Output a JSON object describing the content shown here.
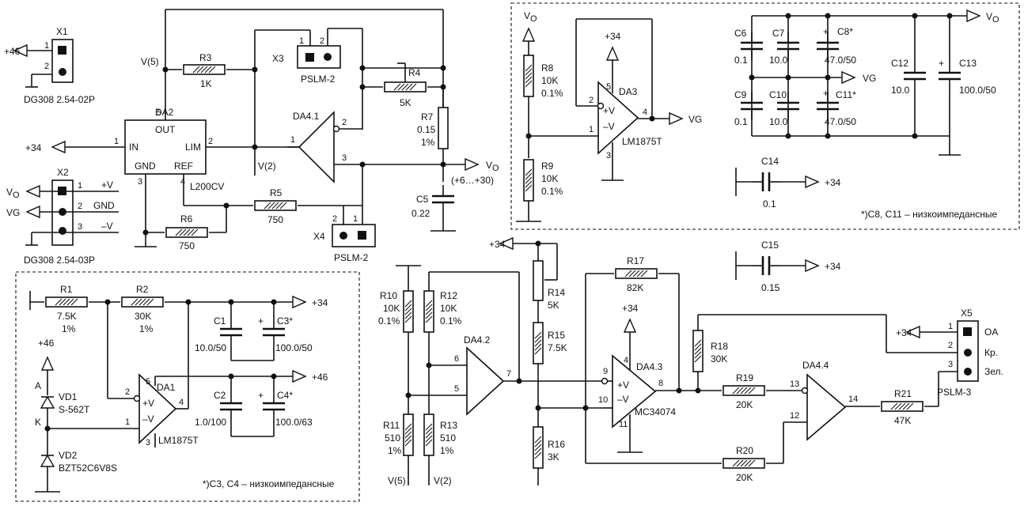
{
  "connectors": {
    "x1": {
      "ref": "X1",
      "part": "DG308 2.54-02P",
      "supply": "+46",
      "pins": [
        "1",
        "2"
      ]
    },
    "x2": {
      "ref": "X2",
      "part": "DG308 2.54-03P",
      "left_vo": "V",
      "left_vo_sub": "O",
      "left_vg": "VG",
      "pins": [
        {
          "n": "1",
          "sig": "+V"
        },
        {
          "n": "2",
          "sig": "GND"
        },
        {
          "n": "3",
          "sig": "–V"
        }
      ]
    },
    "x3": {
      "ref": "X3",
      "part": "PSLM-2",
      "pins": [
        "1",
        "2"
      ]
    },
    "x4": {
      "ref": "X4",
      "part": "PSLM-2",
      "pins": [
        "2",
        "1"
      ]
    },
    "x5": {
      "ref": "X5",
      "part": "PSLM-3",
      "pins": [
        {
          "n": "1",
          "sig": "OA"
        },
        {
          "n": "2",
          "sig": "Кр."
        },
        {
          "n": "3",
          "sig": "Зел."
        }
      ],
      "supply": "+34"
    }
  },
  "da2": {
    "ref": "DA2",
    "part": "L200CV",
    "in": "IN",
    "out": "OUT",
    "lim": "LIM",
    "gnd": "GND",
    "refl": "REF",
    "p1": "1",
    "p2": "2",
    "p3": "3",
    "p4": "4",
    "p5": "5",
    "in_supply": "+34",
    "v5": "V(5)",
    "v2": "V(2)"
  },
  "da41": {
    "ref": "DA4.1",
    "p1": "1",
    "p2": "2",
    "p3": "3"
  },
  "top_res": {
    "r3": {
      "ref": "R3",
      "val": "1K"
    },
    "r4": {
      "ref": "R4",
      "val": "5K"
    },
    "r5": {
      "ref": "R5",
      "val": "750"
    },
    "r6": {
      "ref": "R6",
      "val": "750"
    },
    "r7": {
      "ref": "R7",
      "val": "0.15",
      "tol": "1%"
    },
    "c5": {
      "ref": "C5",
      "val": "0.22"
    },
    "vo": "V",
    "vo_sub": "O",
    "vo_range": "(+6…+30)"
  },
  "vg_block": {
    "vo": "V",
    "vo_sub": "O",
    "r8": {
      "ref": "R8",
      "val": "10K",
      "tol": "0.1%"
    },
    "r9": {
      "ref": "R9",
      "val": "10K",
      "tol": "0.1%"
    },
    "da3": {
      "ref": "DA3",
      "part": "LM1875T",
      "vp": "+V",
      "vm": "–V",
      "p1": "1",
      "p2": "2",
      "p3": "3",
      "p4": "4",
      "p5": "5",
      "supply": "+34",
      "out": "VG"
    }
  },
  "caps_block": {
    "vo": "V",
    "vo_sub": "O",
    "vg": "VG",
    "c6": {
      "ref": "C6",
      "val": "0.1"
    },
    "c7": {
      "ref": "C7",
      "val": "10.0"
    },
    "c8": {
      "ref": "C8*",
      "val": "47.0/50"
    },
    "c9": {
      "ref": "C9",
      "val": "0.1"
    },
    "c10": {
      "ref": "C10",
      "val": "10.0"
    },
    "c11": {
      "ref": "C11*",
      "val": "47.0/50"
    },
    "c12": {
      "ref": "C12",
      "val": "10.0"
    },
    "c13": {
      "ref": "C13",
      "val": "100.0/50"
    },
    "c14": {
      "ref": "C14",
      "val": "0.1",
      "supply": "+34"
    },
    "note": "*)C8, C11 – низкоимпедансные"
  },
  "c15": {
    "ref": "C15",
    "val": "0.15",
    "supply": "+34"
  },
  "supply_block": {
    "r1": {
      "ref": "R1",
      "val": "7.5K",
      "tol": "1%"
    },
    "r2": {
      "ref": "R2",
      "val": "30K",
      "tol": "1%"
    },
    "c1": {
      "ref": "C1",
      "val": "10.0/50"
    },
    "c3": {
      "ref": "C3*",
      "val": "100.0/50"
    },
    "c2": {
      "ref": "C2",
      "val": "1.0/100"
    },
    "c4": {
      "ref": "C4*",
      "val": "100.0/63"
    },
    "out34": "+34",
    "out46": "+46",
    "in46": "+46",
    "vd1": {
      "ref": "VD1",
      "part": "S-562T",
      "a": "A",
      "k": "K"
    },
    "vd2": {
      "ref": "VD2",
      "part": "BZT52C6V8S"
    },
    "da1": {
      "ref": "DA1",
      "part": "LM1875T",
      "vp": "+V",
      "vm": "–V",
      "p1": "1",
      "p2": "2",
      "p3": "3",
      "p4": "4",
      "p5": "5"
    },
    "note": "*)C3, C4 – низкоимпедансные"
  },
  "indicator": {
    "r10": {
      "ref": "R10",
      "val": "10K",
      "tol": "0.1%"
    },
    "r12": {
      "ref": "R12",
      "val": "10K",
      "tol": "0.1%"
    },
    "r11": {
      "ref": "R11",
      "val": "510",
      "tol": "1%"
    },
    "r13": {
      "ref": "R13",
      "val": "510",
      "tol": "1%"
    },
    "v5": "V(5)",
    "v2": "V(2)",
    "da42": {
      "ref": "DA4.2",
      "p5": "5",
      "p6": "6",
      "p7": "7"
    },
    "r14": {
      "ref": "R14",
      "val": "5K"
    },
    "r15": {
      "ref": "R15",
      "val": "7.5K"
    },
    "r16": {
      "ref": "R16",
      "val": "3K"
    },
    "supply": "+34",
    "r17": {
      "ref": "R17",
      "val": "82K"
    },
    "da43": {
      "ref": "DA4.3",
      "part": "MC34074",
      "vp": "+V",
      "vm": "–V",
      "p4": "4",
      "p8": "8",
      "p9": "9",
      "p10": "10",
      "p11": "11",
      "supply": "+34"
    },
    "r18": {
      "ref": "R18",
      "val": "30K"
    },
    "r19": {
      "ref": "R19",
      "val": "20K"
    },
    "r20": {
      "ref": "R20",
      "val": "20K"
    },
    "da44": {
      "ref": "DA4.4",
      "p12": "12",
      "p13": "13",
      "p14": "14"
    },
    "r21": {
      "ref": "R21",
      "val": "47K"
    }
  }
}
